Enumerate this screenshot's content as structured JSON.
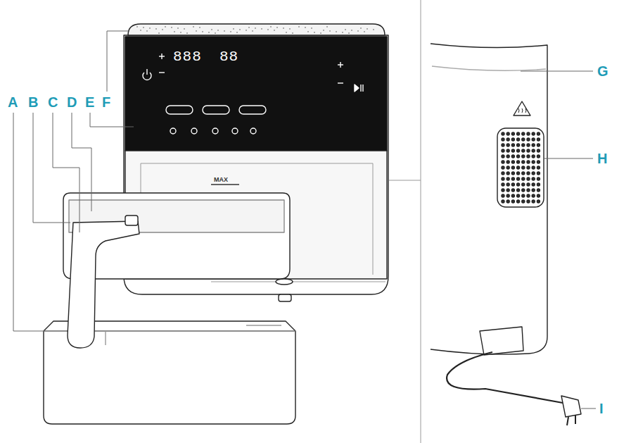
{
  "diagram": {
    "labels": [
      "A",
      "B",
      "C",
      "D",
      "E",
      "F",
      "G",
      "H",
      "I",
      "888",
      "88",
      "MAX"
    ]
  }
}
